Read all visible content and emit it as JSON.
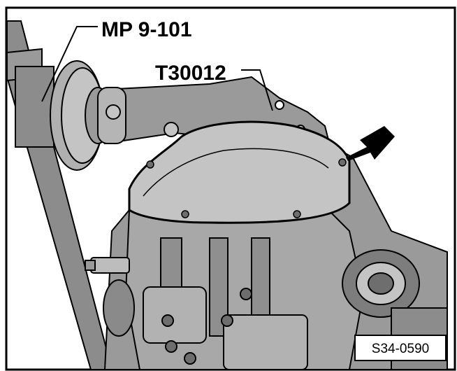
{
  "callouts": {
    "tool_1": "MP 9-101",
    "tool_2": "T30012"
  },
  "figure_id": "S34-0590",
  "colors": {
    "frame": "#000000",
    "housing_fill": "#9a9a9a",
    "housing_light": "#c4c4c4",
    "housing_dark": "#6e6e6e",
    "tool_fill": "#8c8c8c",
    "background": "#ffffff"
  },
  "icons": {
    "indicator": "arrow-pointing-to-cover-edge"
  }
}
